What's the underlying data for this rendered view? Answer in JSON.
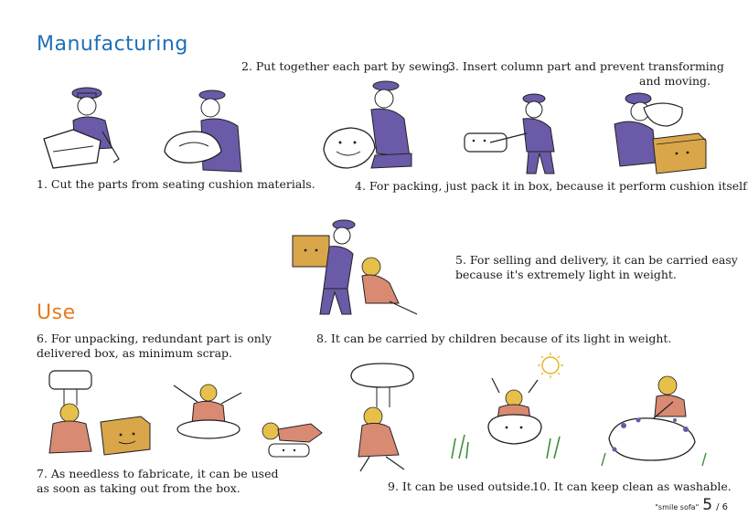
{
  "sections": {
    "manufacturing": "Manufacturing",
    "use": "Use"
  },
  "colors": {
    "heading_manufacturing": "#1f6fb5",
    "heading_use": "#e87a1d",
    "uniform": "#6a5aa8",
    "box": "#d9a64a",
    "hair": "#e6c04a",
    "dress": "#d98a72",
    "grass": "#3f8f3a",
    "sun": "#e6b020"
  },
  "steps": {
    "s1": "1. Cut the parts from seating cushion materials.",
    "s2": "2. Put together each part by sewing.",
    "s3_line1": "3. Insert column part and prevent transforming",
    "s3_line2": "and moving.",
    "s4": "4. For packing, just pack it in box, because it perform cushion itself.",
    "s5_line1": "5. For selling and delivery, it can be carried easy",
    "s5_line2": "because it's extremely light in weight.",
    "s6_line1": "6. For unpacking, redundant part is only",
    "s6_line2": "delivered box, as minimum scrap.",
    "s7_line1": "7. As needless to fabricate, it can be used",
    "s7_line2": "as soon as taking out from the box.",
    "s8": "8. It can be carried by children because of its light in weight.",
    "s9": "9. It can be used outside.",
    "s10": "10. It can keep clean as washable."
  },
  "footer": {
    "brand": "\"smile sofa\"",
    "page": "5",
    "total": "/ 6"
  }
}
